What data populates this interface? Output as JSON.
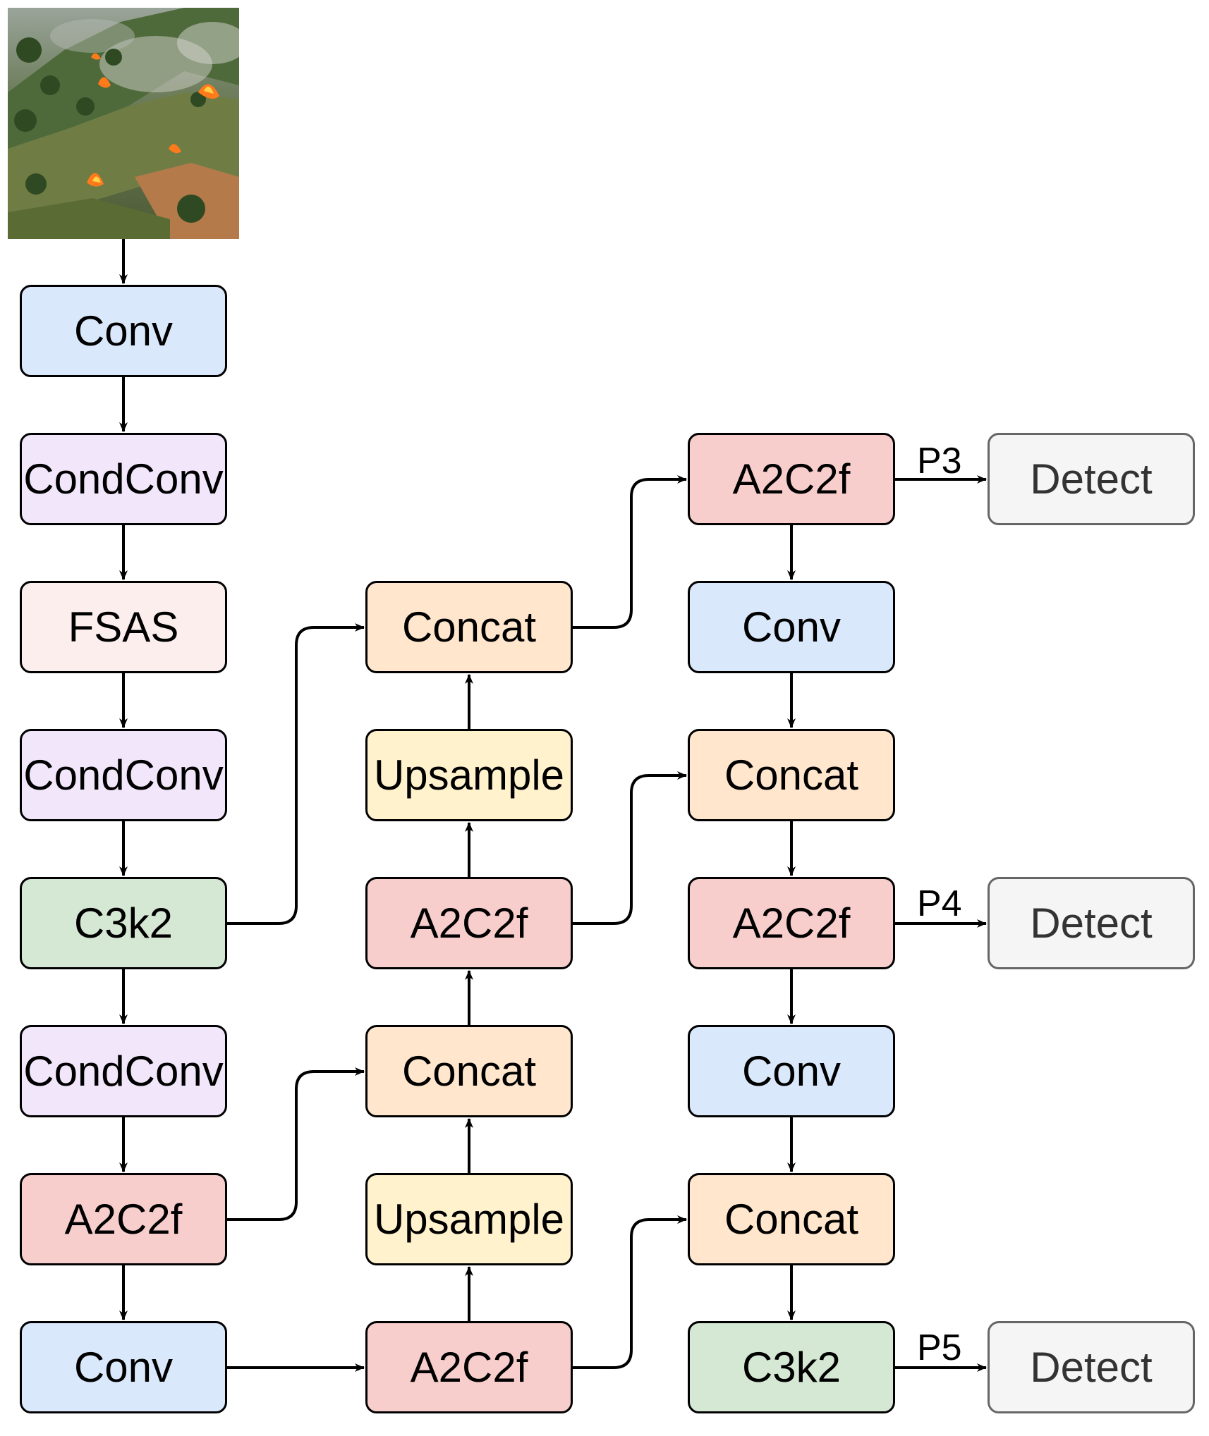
{
  "colors": {
    "conv": "#dae8fc",
    "condconv": "#f2e6fb",
    "fsas": "#fdeeee",
    "c3k2": "#d5e8d4",
    "a2c2f": "#f8cecc",
    "concat": "#ffe6cc",
    "upsample": "#fff2cc",
    "detect": "#f5f5f5",
    "edge": "#000000"
  },
  "input_image": {
    "icon": "forest-fire-photo"
  },
  "nodes": {
    "backbone_conv1": "Conv",
    "backbone_condconv1": "CondConv",
    "backbone_fsas": "FSAS",
    "backbone_condconv2": "CondConv",
    "backbone_c3k2": "C3k2",
    "backbone_condconv3": "CondConv",
    "backbone_a2c2f": "A2C2f",
    "backbone_conv2": "Conv",
    "neck_concat1": "Concat",
    "neck_upsample1": "Upsample",
    "neck_a2c2f1": "A2C2f",
    "neck_concat2": "Concat",
    "neck_upsample2": "Upsample",
    "neck_a2c2f2": "A2C2f",
    "head_a2c2f_p3": "A2C2f",
    "head_conv1": "Conv",
    "head_concat1": "Concat",
    "head_a2c2f_p4": "A2C2f",
    "head_conv2": "Conv",
    "head_concat2": "Concat",
    "head_c3k2_p5": "C3k2",
    "detect_p3": "Detect",
    "detect_p4": "Detect",
    "detect_p5": "Detect"
  },
  "edge_labels": {
    "p3": "P3",
    "p4": "P4",
    "p5": "P5"
  }
}
